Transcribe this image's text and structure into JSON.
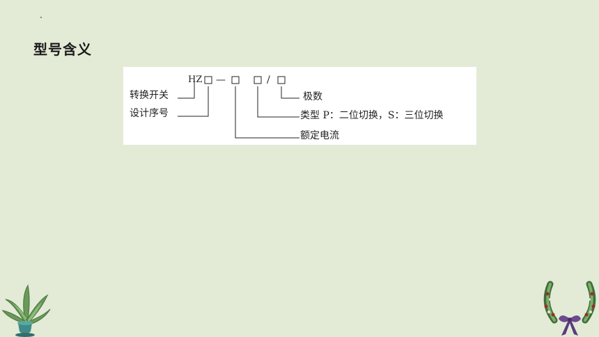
{
  "slide": {
    "title": "型号含义"
  },
  "diagram": {
    "model_code": "HZ",
    "separator_dash": "—",
    "separator_slash": "/",
    "labels": {
      "switch_type": "转换开关",
      "design_serial": "设计序号",
      "poles": "极数",
      "type_desc": "类型 P：二位切换，S：三位切换",
      "rated_current": "额定电流"
    }
  }
}
